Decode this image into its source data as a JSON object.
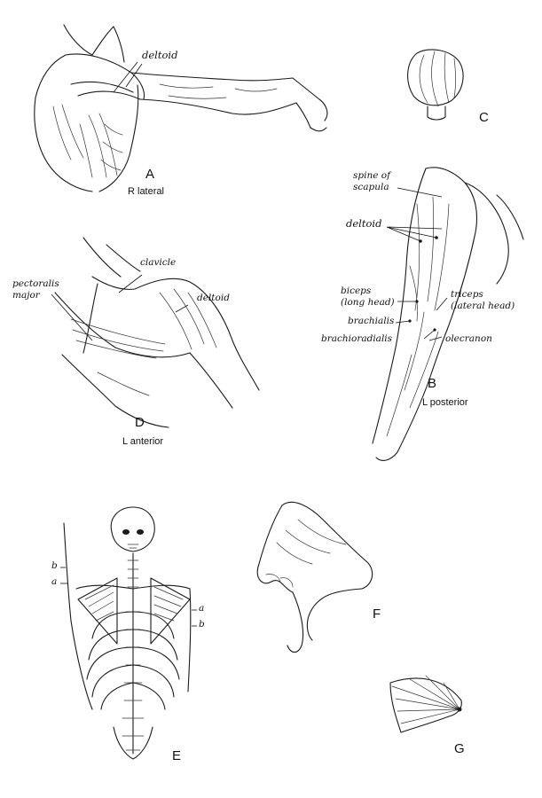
{
  "panels": {
    "A": {
      "letter": "A",
      "caption": "R lateral",
      "labels": {
        "deltoid": "deltoid"
      }
    },
    "B": {
      "letter": "B",
      "caption": "L posterior",
      "labels": {
        "spine_of_scapula": "spine of\nscapula",
        "deltoid": "deltoid",
        "biceps": "biceps\n(long head)",
        "brachialis": "brachialis",
        "brachioradialis": "brachioradialis",
        "triceps": "triceps\n(lateral head)",
        "olecranon": "olecranon"
      }
    },
    "C": {
      "letter": "C"
    },
    "D": {
      "letter": "D",
      "caption": "L anterior",
      "labels": {
        "pectoralis_major": "pectoralis\nmajor",
        "clavicle": "clavicle",
        "deltoid": "deltoid"
      }
    },
    "E": {
      "letter": "E",
      "labels": {
        "b_left": "b",
        "a_left": "a",
        "a_right": "a",
        "b_right": "b"
      }
    },
    "F": {
      "letter": "F"
    },
    "G": {
      "letter": "G"
    }
  }
}
